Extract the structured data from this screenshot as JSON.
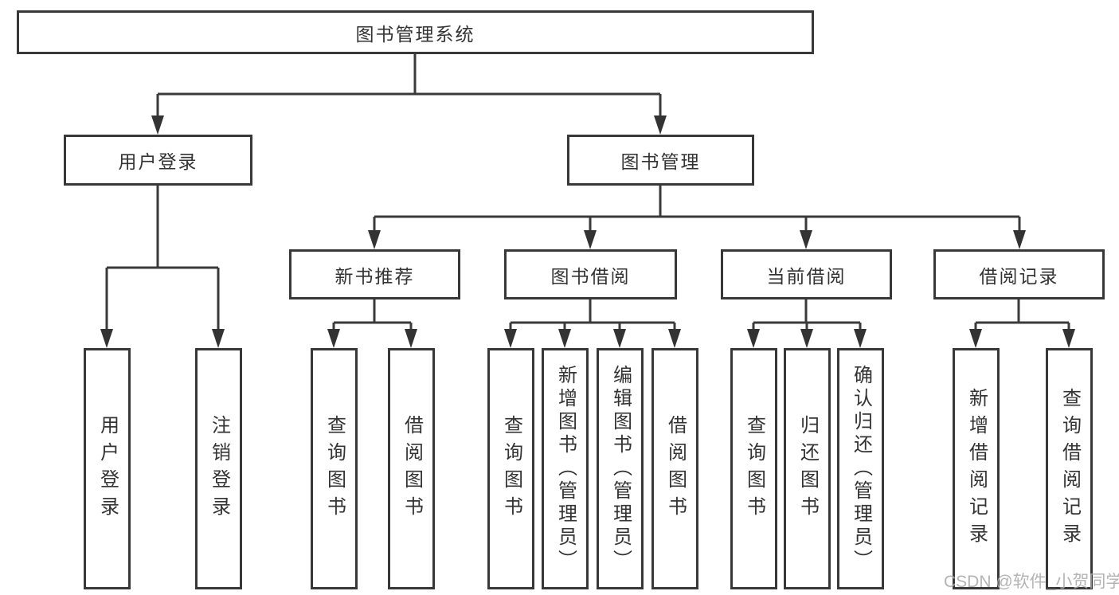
{
  "diagram": {
    "root": {
      "label": "图书管理系统"
    },
    "branches": [
      {
        "label": "用户登录",
        "children": [
          {
            "label": "用户登录"
          },
          {
            "label": "注销登录"
          }
        ]
      },
      {
        "label": "图书管理",
        "children": [
          {
            "label": "新书推荐",
            "children": [
              {
                "label": "查询图书"
              },
              {
                "label": "借阅图书"
              }
            ]
          },
          {
            "label": "图书借阅",
            "children": [
              {
                "label": "查询图书"
              },
              {
                "label": "新增图书（管理员）"
              },
              {
                "label": "编辑图书（管理员）"
              },
              {
                "label": "借阅图书"
              }
            ]
          },
          {
            "label": "当前借阅",
            "children": [
              {
                "label": "查询图书"
              },
              {
                "label": "归还图书"
              },
              {
                "label": "确认归还（管理员）"
              }
            ]
          },
          {
            "label": "借阅记录",
            "children": [
              {
                "label": "新增借阅记录"
              },
              {
                "label": "查询借阅记录"
              }
            ]
          }
        ]
      }
    ]
  },
  "watermark": "CSDN @软件_小贺同学",
  "colors": {
    "line": "#3a3a3a",
    "text": "#333333",
    "border": "#383838",
    "background": "#ffffff",
    "watermark": "#acacac"
  }
}
